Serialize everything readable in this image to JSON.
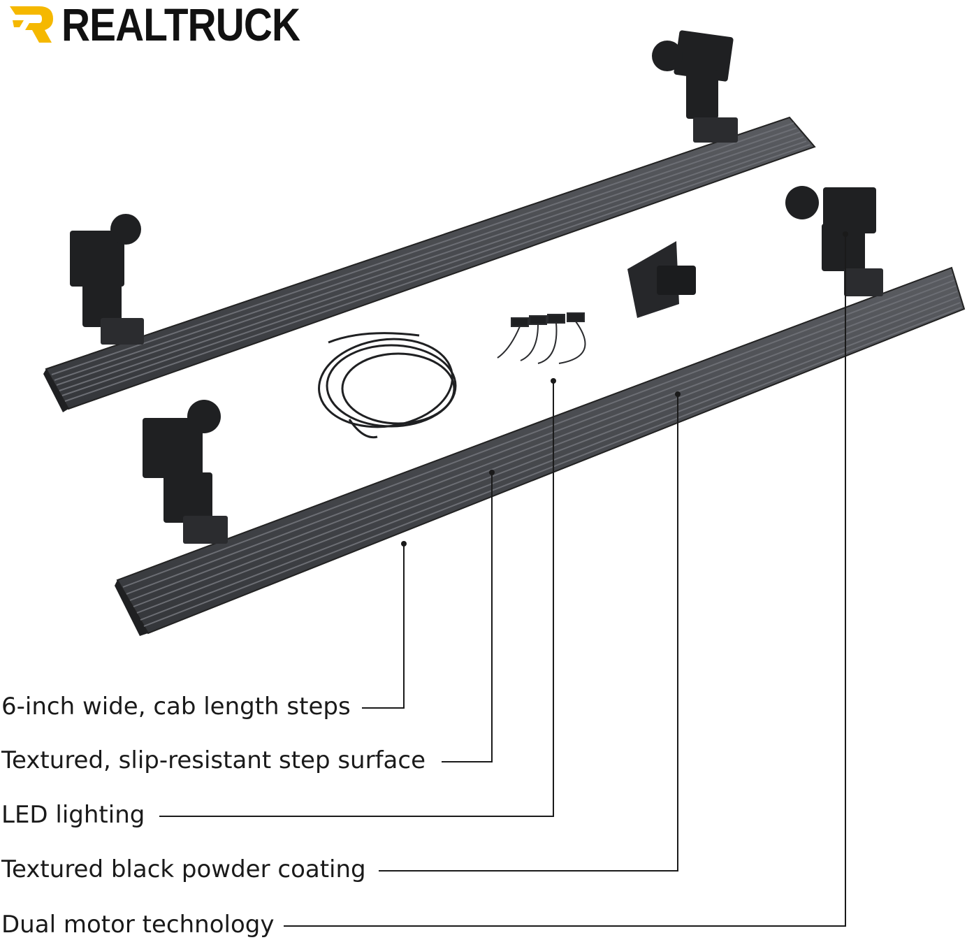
{
  "brand": {
    "name": "REALTRUCK",
    "accent": "#F5B800"
  },
  "features": [
    "6-inch wide, cab length steps",
    "Textured, slip-resistant step surface",
    "LED lighting",
    "Textured black powder coating",
    "Dual motor technology"
  ],
  "product_images": {
    "icon": "running-board-kit",
    "components": [
      "running-board",
      "motor-bracket",
      "wiring-harness",
      "led-light-pods",
      "control-module"
    ]
  },
  "colors": {
    "board": "#4b4d52",
    "board_dark": "#2a2b2e",
    "bracket": "#1f2022",
    "leader_line": "#1a1a1a"
  }
}
